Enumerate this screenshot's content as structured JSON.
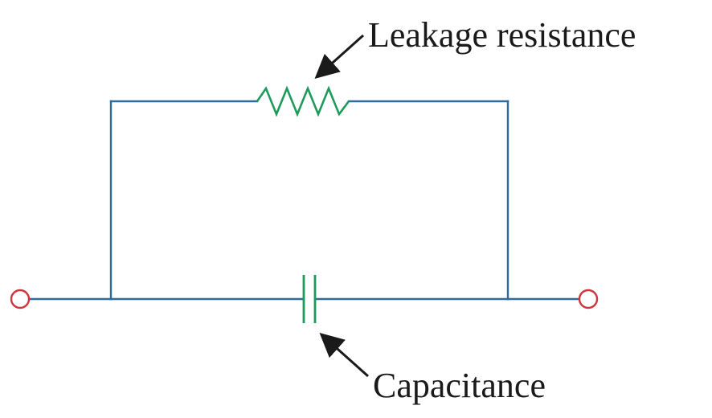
{
  "labels": {
    "resistor": "Leakage resistance",
    "capacitor": "Capacitance"
  },
  "colors": {
    "wire": "#2f6b9a",
    "resistor": "#1e9a5a",
    "capacitor": "#1e9a5a",
    "terminal": "#d0343c",
    "annotation_arrow": "#1a1a1a",
    "text": "#1a1a1a",
    "background": "#ffffff"
  },
  "components": [
    {
      "type": "resistor",
      "label_key": "labels.resistor"
    },
    {
      "type": "capacitor",
      "label_key": "labels.capacitor"
    },
    {
      "type": "terminal",
      "side": "left"
    },
    {
      "type": "terminal",
      "side": "right"
    }
  ]
}
